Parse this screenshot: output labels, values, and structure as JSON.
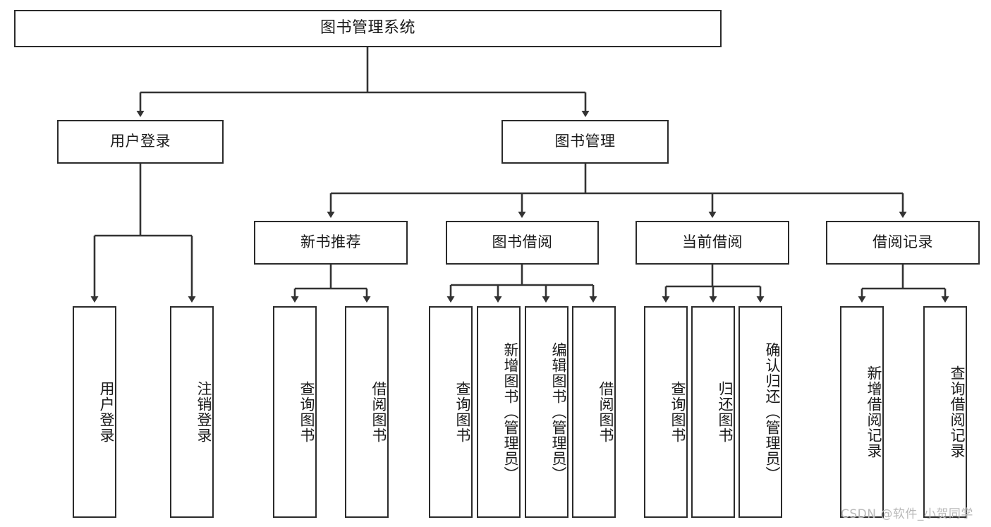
{
  "diagram": {
    "type": "tree-hierarchy-chart",
    "title": "图书管理系统",
    "watermark": "CSDN @软件_小贺同学",
    "colors": {
      "box_border": "#2b2b2b",
      "box_fill": "#ffffff",
      "connector": "#333333",
      "text": "#1a1a1a",
      "watermark": "#b9b9b9",
      "background": "#ffffff"
    },
    "root": {
      "label": "图书管理系统"
    },
    "level2": [
      {
        "label": "用户登录"
      },
      {
        "label": "图书管理"
      }
    ],
    "level3": [
      {
        "label": "新书推荐"
      },
      {
        "label": "图书借阅"
      },
      {
        "label": "当前借阅"
      },
      {
        "label": "借阅记录"
      }
    ],
    "leaves": {
      "user_login": [
        {
          "label": "用户登录"
        },
        {
          "label": "注销登录"
        }
      ],
      "new_book_recommend": [
        {
          "label": "查询图书"
        },
        {
          "label": "借阅图书"
        }
      ],
      "book_borrow": [
        {
          "label": "查询图书"
        },
        {
          "label": "新增图书（管理员）"
        },
        {
          "label": "编辑图书（管理员）"
        },
        {
          "label": "借阅图书"
        }
      ],
      "current_borrow": [
        {
          "label": "查询图书"
        },
        {
          "label": "归还图书"
        },
        {
          "label": "确认归还（管理员）"
        }
      ],
      "borrow_record": [
        {
          "label": "新增借阅记录"
        },
        {
          "label": "查询借阅记录"
        }
      ]
    }
  }
}
